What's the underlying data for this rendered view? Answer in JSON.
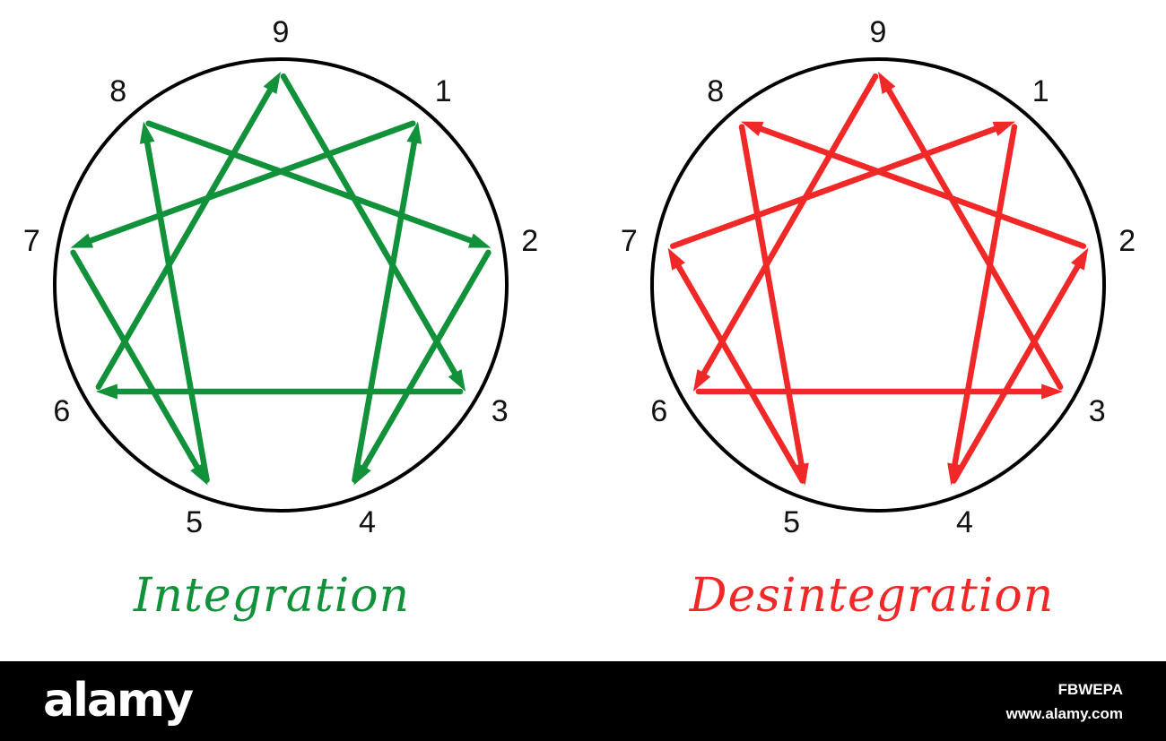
{
  "diagrams": [
    {
      "key": "integration",
      "caption": "Integration",
      "color": "#11913a",
      "nodes": [
        "9",
        "1",
        "2",
        "3",
        "4",
        "5",
        "6",
        "7",
        "8"
      ],
      "arrows": [
        {
          "from": "1",
          "to": "7"
        },
        {
          "from": "7",
          "to": "5"
        },
        {
          "from": "5",
          "to": "8"
        },
        {
          "from": "8",
          "to": "2"
        },
        {
          "from": "2",
          "to": "4"
        },
        {
          "from": "4",
          "to": "1"
        },
        {
          "from": "9",
          "to": "3"
        },
        {
          "from": "3",
          "to": "6"
        },
        {
          "from": "6",
          "to": "9"
        }
      ]
    },
    {
      "key": "desintegration",
      "caption": "Desintegration",
      "color": "#f02828",
      "nodes": [
        "9",
        "1",
        "2",
        "3",
        "4",
        "5",
        "6",
        "7",
        "8"
      ],
      "arrows": [
        {
          "from": "1",
          "to": "4"
        },
        {
          "from": "4",
          "to": "2"
        },
        {
          "from": "2",
          "to": "8"
        },
        {
          "from": "8",
          "to": "5"
        },
        {
          "from": "5",
          "to": "7"
        },
        {
          "from": "7",
          "to": "1"
        },
        {
          "from": "9",
          "to": "6"
        },
        {
          "from": "6",
          "to": "3"
        },
        {
          "from": "3",
          "to": "9"
        }
      ]
    }
  ],
  "footer": {
    "logo": "alamy",
    "image_id": "FBWEPA",
    "url": "www.alamy.com"
  }
}
